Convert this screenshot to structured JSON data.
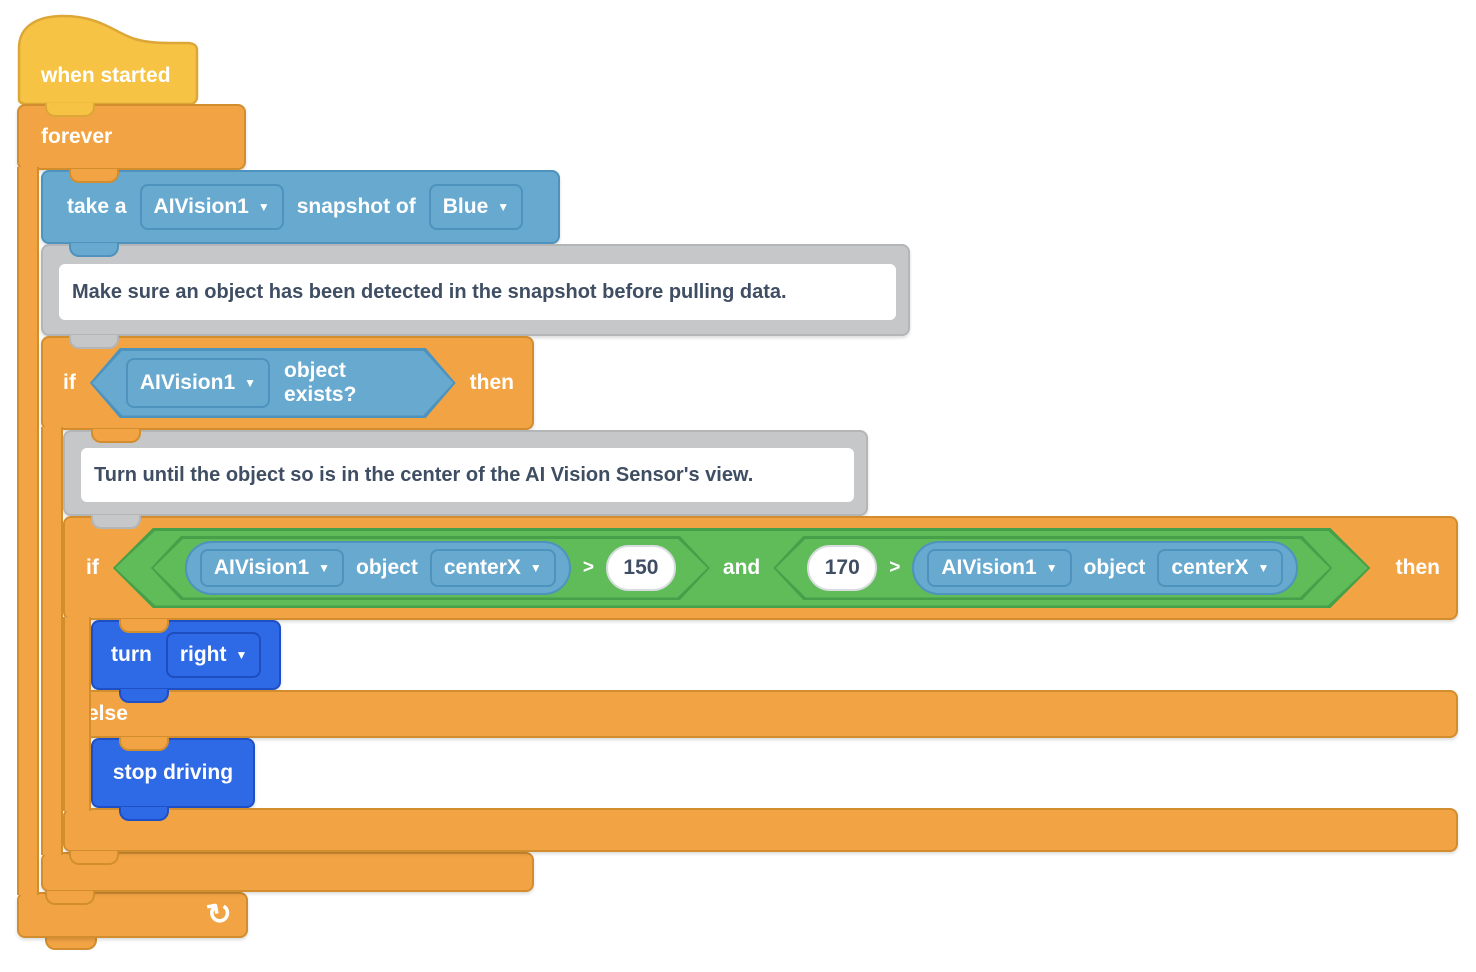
{
  "icons": {
    "dropdown_caret": "▼",
    "loop_arrow": "↻"
  },
  "colors": {
    "event_yellow": "#F6C344",
    "control_orange": "#F2A444",
    "sensing_blue": "#68A9CF",
    "operator_green": "#5FBC59",
    "drivetrain_blue": "#2E6AE6",
    "comment_gray": "#C5C7C9",
    "dark_text": "#3F4E63"
  },
  "blocks": {
    "when_started": {
      "label": "when started"
    },
    "forever": {
      "label": "forever"
    },
    "take_snapshot": {
      "prefix": "take a",
      "device": "AIVision1",
      "infix": "snapshot of",
      "color_option": "Blue"
    },
    "comment_detect": {
      "text": "Make sure an object has been detected in the snapshot before pulling data."
    },
    "if_object_exists": {
      "if_label": "if",
      "device": "AIVision1",
      "condition_label": "object exists?",
      "then_label": "then"
    },
    "comment_turn": {
      "text": "Turn until the object so is in the center of the AI Vision Sensor's view."
    },
    "if_centered": {
      "if_label": "if",
      "then_label": "then",
      "else_label": "else",
      "and_label": "and",
      "left": {
        "device": "AIVision1",
        "object_label": "object",
        "property": "centerX",
        "operator": ">",
        "value": "150"
      },
      "right": {
        "value": "170",
        "operator": ">",
        "device": "AIVision1",
        "object_label": "object",
        "property": "centerX"
      }
    },
    "turn": {
      "label": "turn",
      "direction": "right"
    },
    "stop_driving": {
      "label": "stop driving"
    }
  }
}
